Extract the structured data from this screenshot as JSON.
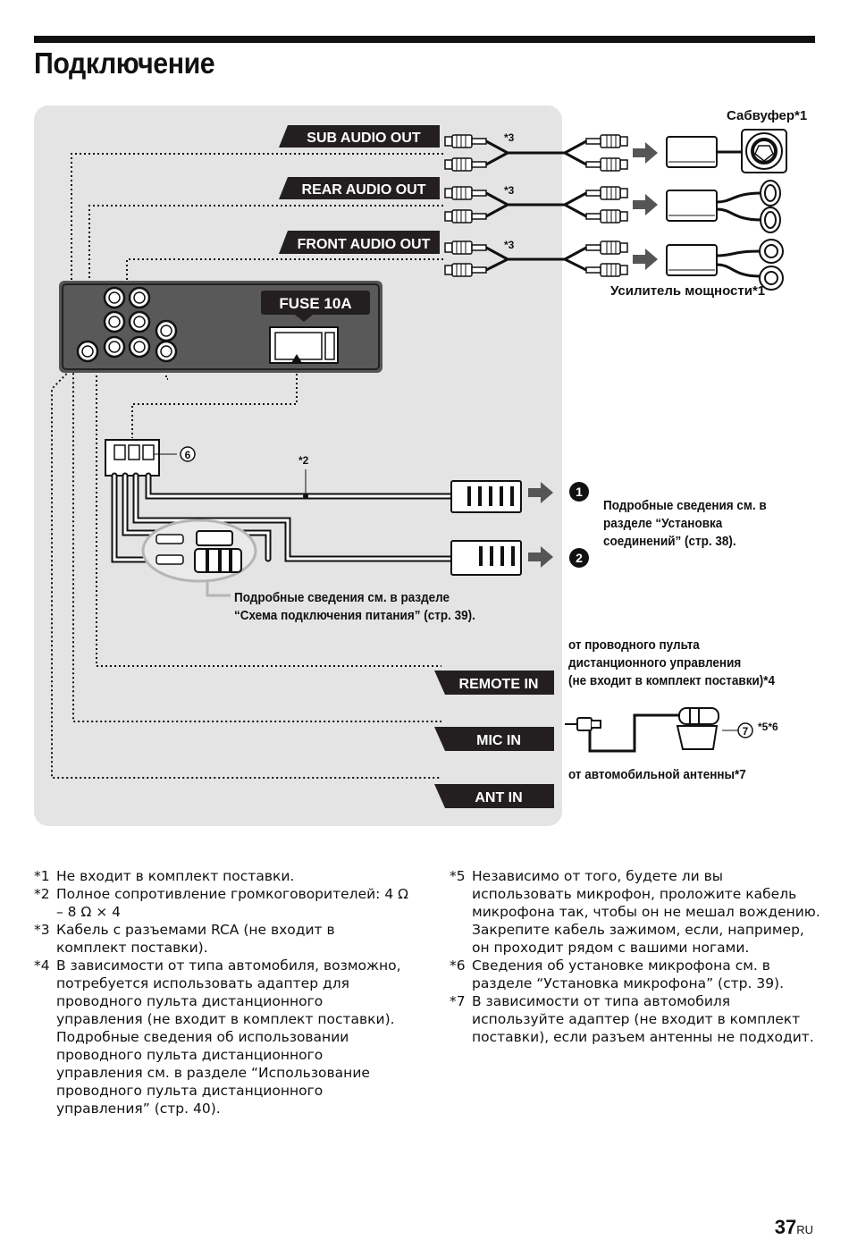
{
  "page": {
    "title": "Подключение",
    "page_number": "37",
    "page_suffix": "RU"
  },
  "diagram": {
    "labels": {
      "sub_audio_out": "SUB AUDIO OUT",
      "rear_audio_out": "REAR AUDIO OUT",
      "front_audio_out": "FRONT AUDIO OUT",
      "fuse": "FUSE 10A",
      "remote_in": "REMOTE IN",
      "mic_in": "MIC IN",
      "ant_in": "ANT IN"
    },
    "marks": {
      "rca_sub": "*3",
      "rca_rear": "*3",
      "rca_front": "*3",
      "speaker_cable": "*2",
      "connector_num": "6",
      "mic_num": "7",
      "mic_notes": "*5*6",
      "step_1": "1",
      "step_2": "2"
    },
    "subwoofer": "Сабвуфер*1",
    "amplifier": "Усилитель мощности*1",
    "connection_ref": [
      "Подробные сведения см. в",
      "разделе “Установка",
      "соединений” (стр. 38)."
    ],
    "power_ref": [
      "Подробные сведения см. в разделе",
      "“Схема подключения питания” (стр. 39)."
    ],
    "remote_text": [
      "от проводного пульта",
      "дистанционного управления",
      "(не входит в комплект поставки)*4"
    ],
    "antenna_text": "от автомобильной антенны*7"
  },
  "footnotes_left": [
    {
      "mark": "*1",
      "text": "Не входит в комплект поставки."
    },
    {
      "mark": "*2",
      "text": "Полное сопротивление громкоговорителей: 4 Ω – 8 Ω × 4"
    },
    {
      "mark": "*3",
      "text": "Кабель с разъемами RCA (не входит в комплект поставки)."
    },
    {
      "mark": "*4",
      "text": "В зависимости от типа автомобиля, возможно, потребуется использовать адаптер для проводного пульта дистанционного управления (не входит в комплект поставки). Подробные сведения об использовании проводного пульта дистанционного управления см. в разделе “Использование проводного пульта дистанционного управления” (стр. 40)."
    }
  ],
  "footnotes_right": [
    {
      "mark": "*5",
      "text": "Независимо от того, будете ли вы использовать микрофон, проложите кабель микрофона так, чтобы он не мешал вождению. Закрепите кабель зажимом, если, например, он проходит рядом с вашими ногами."
    },
    {
      "mark": "*6",
      "text": "Сведения об установке микрофона см. в разделе “Установка микрофона” (стр. 39)."
    },
    {
      "mark": "*7",
      "text": "В зависимости от типа автомобиля используйте адаптер (не входит в комплект поставки), если разъем антенны не подходит."
    }
  ],
  "colors": {
    "ink": "#111111",
    "panel": "#e4e4e4",
    "label_bg": "#231f20",
    "arrow": "#555555"
  }
}
